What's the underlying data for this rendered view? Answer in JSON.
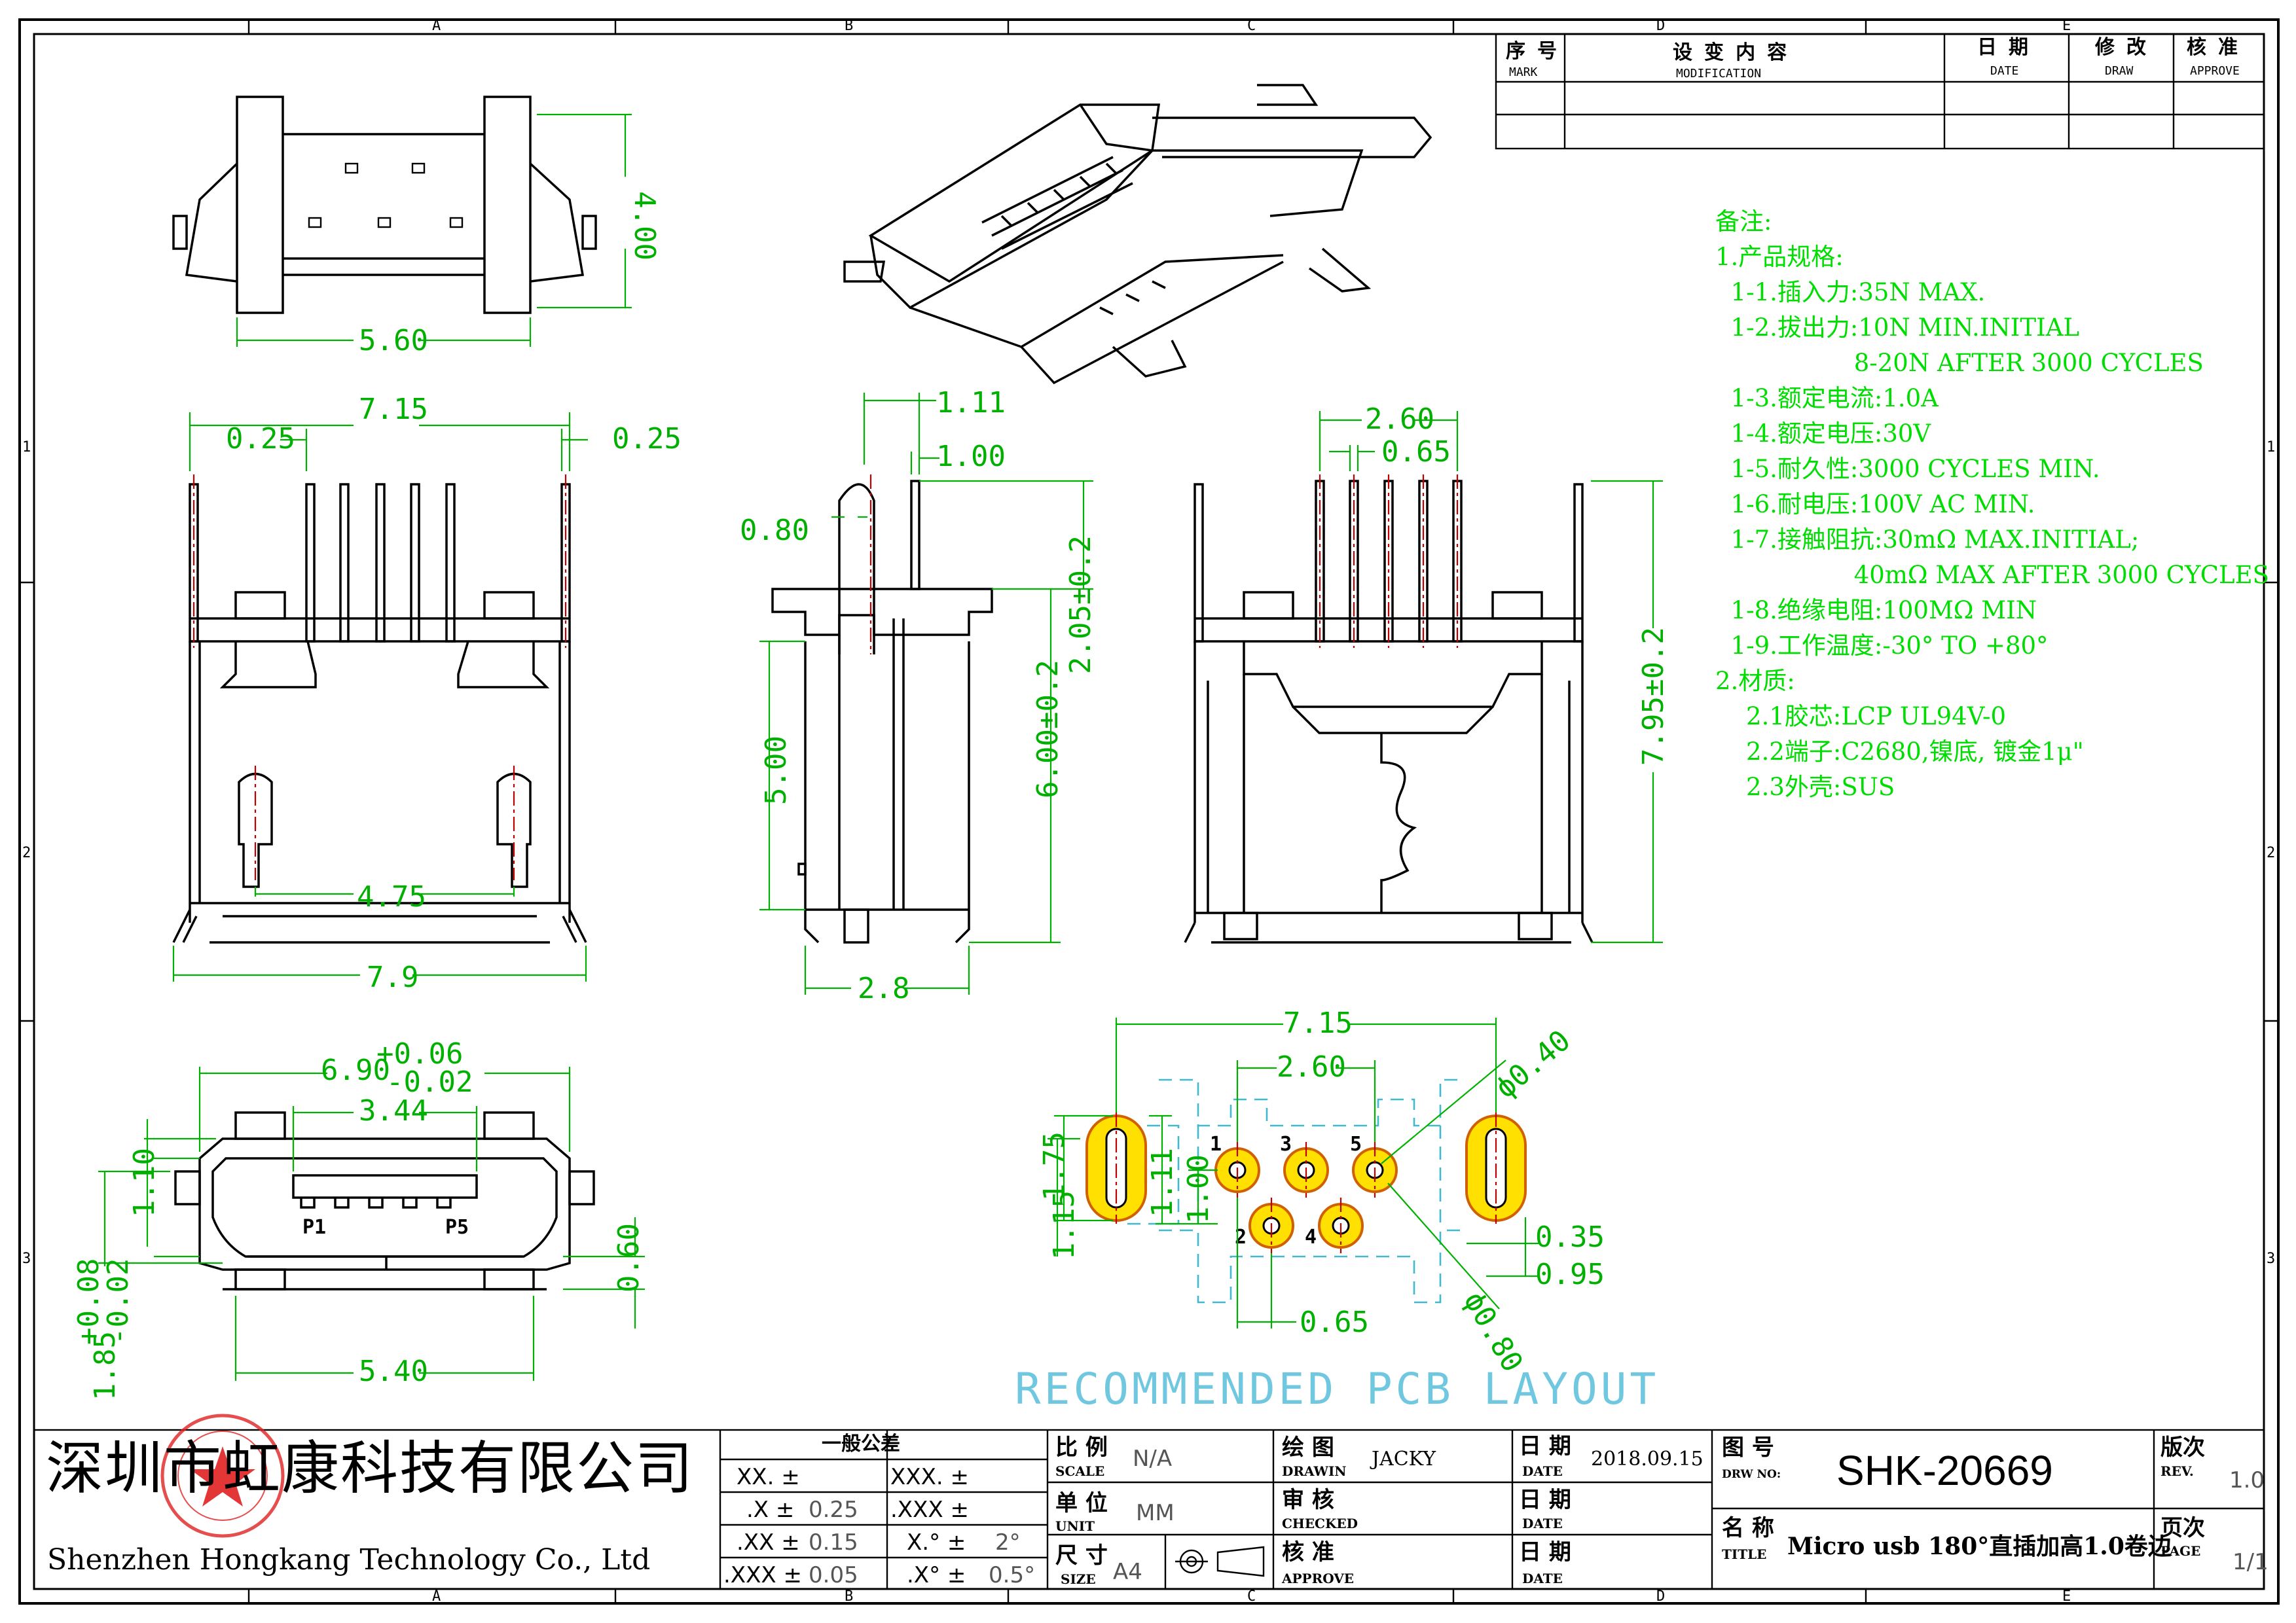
{
  "border_letters": [
    "A",
    "B",
    "C",
    "D",
    "E"
  ],
  "border_numbers": [
    "1",
    "2",
    "3"
  ],
  "revision_table": {
    "headers": [
      {
        "cn": "序 号",
        "en": "MARK"
      },
      {
        "cn": "设 变 内 容",
        "en": "MODIFICATION"
      },
      {
        "cn": "日 期",
        "en": "DATE"
      },
      {
        "cn": "修 改",
        "en": "DRAW"
      },
      {
        "cn": "核 准",
        "en": "APPROVE"
      }
    ]
  },
  "notes": [
    "备注:",
    "1.产品规格:",
    "  1-1.插入力:35N MAX.",
    "  1-2.拔出力:10N MIN.INITIAL",
    "                  8-20N AFTER 3000 CYCLES",
    "  1-3.额定电流:1.0A",
    "  1-4.额定电压:30V",
    "  1-5.耐久性:3000 CYCLES MIN.",
    "  1-6.耐电压:100V AC MIN.",
    "  1-7.接触阻抗:30mΩ MAX.INITIAL;",
    "                  40mΩ MAX AFTER 3000 CYCLES",
    "  1-8.绝缘电阻:100MΩ MIN",
    "  1-9.工作温度:-30° TO +80°",
    "2.材质:",
    "    2.1胶芯:LCP UL94V-0",
    "    2.2端子:C2680,镍底, 镀金1μ\"",
    "    2.3外壳:SUS"
  ],
  "dimensions": {
    "top_width": "5.60",
    "top_height": "4.00",
    "front_width_top": "7.15",
    "front_gap_left": "0.25",
    "front_gap_right": "0.25",
    "front_peg_span": "4.75",
    "front_width_bottom": "7.9",
    "side_d1": "1.11",
    "side_d2": "1.00",
    "side_d3": "0.80",
    "side_h1": "2.05±0.2",
    "side_h2": "6.00±0.2",
    "side_h3": "5.00",
    "side_w": "2.8",
    "rear_pitch": "2.60",
    "rear_pin": "0.65",
    "rear_h": "7.95±0.2",
    "bottom_w_main": "6.90",
    "bottom_w_tol_plus": "+0.06",
    "bottom_w_tol_minus": "-0.02",
    "bottom_slot": "3.44",
    "bottom_h1": "1.10",
    "bottom_h2_main": "1.85",
    "bottom_h2_tol_plus": "+0.08",
    "bottom_h2_tol_minus": "-0.02",
    "bottom_h3": "0.60",
    "bottom_w2": "5.40",
    "pin_p1": "P1",
    "pin_p5": "P5",
    "pcb_w": "7.15",
    "pcb_pitch": "2.60",
    "pcb_d040": "ϕ0.40",
    "pcb_175": "1.75",
    "pcb_115": "1.15",
    "pcb_111": "1.11",
    "pcb_100": "1.00",
    "pcb_035": "0.35",
    "pcb_095": "0.95",
    "pcb_065": "0.65",
    "pcb_d080": "ϕ0.80",
    "pcb_pins": [
      "1",
      "2",
      "3",
      "4",
      "5"
    ]
  },
  "pcb_layout_title": "RECOMMENDED PCB LAYOUT",
  "title_block": {
    "company_cn": "深圳市虹康科技有限公司",
    "company_en": "Shenzhen Hongkang Technology Co., Ltd",
    "tolerance_title": "一般公差",
    "tolerances": [
      [
        "XX. ±",
        "",
        "XXX. ±",
        ""
      ],
      [
        ".X ±",
        "0.25",
        ".XXX ±",
        ""
      ],
      [
        ".XX ±",
        "0.15",
        "X.° ±",
        "2°"
      ],
      [
        ".XXX ±",
        "0.05",
        ".X° ±",
        "0.5°"
      ]
    ],
    "scale_cn": "比 例",
    "scale_en": "SCALE",
    "scale_val": "N/A",
    "unit_cn": "单 位",
    "unit_en": "UNIT",
    "unit_val": "MM",
    "size_cn": "尺 寸",
    "size_en": "SIZE",
    "size_val": "A4",
    "drawn_cn": "绘 图",
    "drawn_en": "DRAWIN",
    "drawn_val": "JACKY",
    "checked_cn": "审 核",
    "checked_en": "CHECKED",
    "approve_cn": "核 准",
    "approve_en": "APPROVE",
    "date_cn": "日 期",
    "date_en": "DATE",
    "date_val": "2018.09.15",
    "drw_cn": "图 号",
    "drw_en": "DRW NO:",
    "drw_val": "SHK-20669",
    "title_cn": "名 称",
    "title_en": "TITLE",
    "title_val": "Micro usb 180°直插加高1.0卷边",
    "rev_cn": "版次",
    "rev_en": "REV.",
    "rev_val": "1.0",
    "page_cn": "页次",
    "page_en": "PAGE",
    "page_val": "1/1"
  },
  "colors": {
    "dim": "#00b000",
    "notes": "#00dd00",
    "outline": "#000000",
    "centerline": "#c00000",
    "pcb_outline": "#40b8d0",
    "pad": "#ffe000",
    "seal": "#e02020"
  }
}
